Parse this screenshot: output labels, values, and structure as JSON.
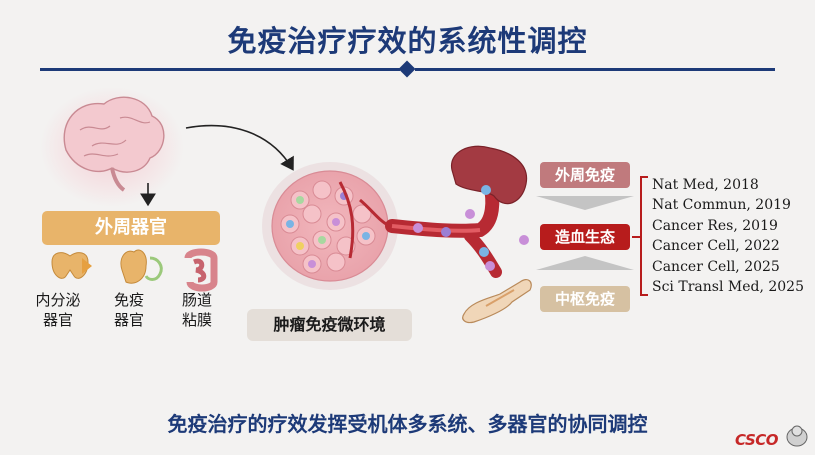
{
  "title": "免疫治疗疗效的系统性调控",
  "peripheral_organs": {
    "header": "外周器官",
    "items": [
      {
        "label_line1": "内分泌",
        "label_line2": "器官"
      },
      {
        "label_line1": "免疫",
        "label_line2": "器官"
      },
      {
        "label_line1": "肠道",
        "label_line2": "粘膜"
      }
    ]
  },
  "tme_label": "肿瘤免疫微环境",
  "regulators": {
    "peripheral": "外周免疫",
    "hematopoietic": "造血生态",
    "central": "中枢免疫"
  },
  "references": [
    "Nat Med, 2018",
    "Nat Commun, 2019",
    "Cancer Res, 2019",
    "Cancer Cell, 2022",
    "Cancer Cell, 2025",
    "Sci Transl Med, 2025"
  ],
  "footer": "免疫治疗的疗效发挥受机体多系统、多器官的协同调控",
  "logo": "CSCO",
  "colors": {
    "title": "#1d3a78",
    "organ_bar": "#e8b46a",
    "peripheral_tag": "#c07a7d",
    "hematopoietic_tag": "#b71c1c",
    "central_tag": "#d6c1a2"
  }
}
